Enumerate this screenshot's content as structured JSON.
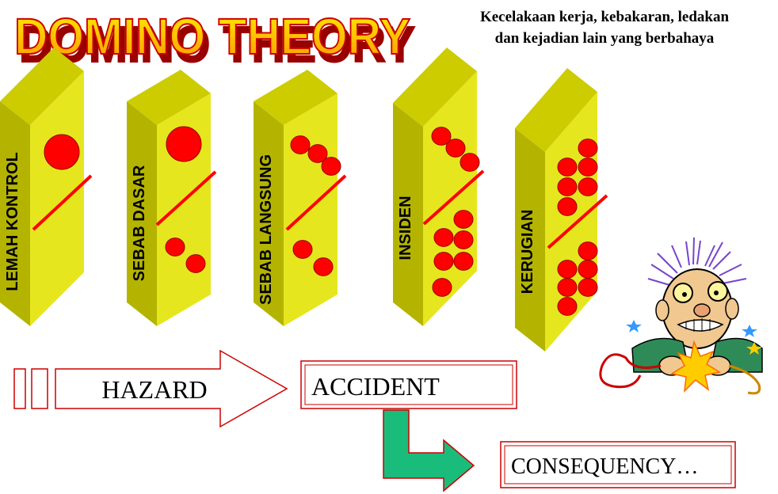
{
  "title": "DOMINO THEORY",
  "subtitle": {
    "line1": "Kecelakaan kerja, kebakaran, ledakan",
    "line2": "dan kejadian lain yang berbahaya"
  },
  "dominoes": [
    {
      "label": "LEMAH KONTROL",
      "top_dots": 1,
      "bottom_dots": 0
    },
    {
      "label": "SEBAB DASAR",
      "top_dots": 1,
      "bottom_dots": 2
    },
    {
      "label": "SEBAB LANGSUNG",
      "top_dots": 3,
      "bottom_dots": 2
    },
    {
      "label": "INSIDEN",
      "top_dots": 3,
      "bottom_dots": 6
    },
    {
      "label": "KERUGIAN",
      "top_dots": 6,
      "bottom_dots": 6
    }
  ],
  "flow": {
    "hazard": "HAZARD",
    "accident": "ACCIDENT",
    "consequency": "CONSEQUENCY…"
  },
  "colors": {
    "domino_face": "#e6e61e",
    "domino_side": "#b4b400",
    "dot": "#ff0000",
    "title_fill": "#ffcc00",
    "title_outline": "#cc0000",
    "box_border": "#cc0000",
    "bent_arrow": "#1abc7c"
  },
  "icons": {
    "cartoon": "shocked-person-icon"
  }
}
